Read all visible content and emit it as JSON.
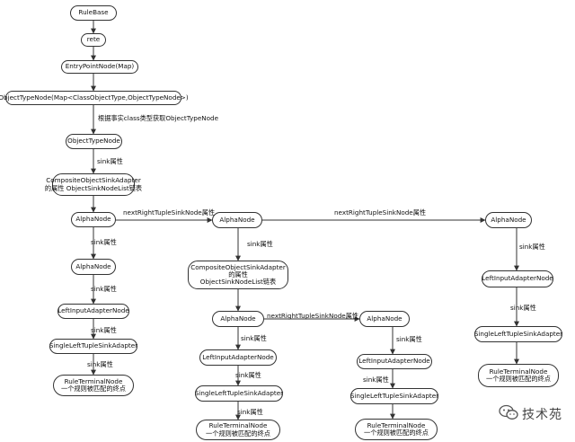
{
  "nodes": {
    "rulebase": "RuleBase",
    "rete": "rete",
    "entry_point": "EntryPointNode(Map)",
    "object_type_map": "ObjectTypeNode(Map<ClassObjectType,ObjectTypeNode>)",
    "object_type": "ObjectTypeNode",
    "composite_1_line1": "CompositeObjectSinkAdapter",
    "composite_1_line2": "的属性 ObjectSinkNodeList链表",
    "alpha_1": "AlphaNode",
    "alpha_1b": "AlphaNode",
    "lia_1": "LeftInputAdapterNode",
    "sltsa_1": "SingleLeftTupleSinkAdapter",
    "rtn_1_line1": "RuleTerminalNode",
    "rtn_1_line2": "一个规则被匹配的终点",
    "alpha_2": "AlphaNode",
    "composite_2_line1": "CompositeObjectSinkAdapter",
    "composite_2_line2": "的属性",
    "composite_2_line3": "ObjectSinkNodeList链表",
    "alpha_2a": "AlphaNode",
    "lia_2a": "LeftInputAdapterNode",
    "sltsa_2a": "SingleLeftTupleSinkAdapter",
    "rtn_2a_line1": "RuleTerminalNode",
    "rtn_2a_line2": "一个规则被匹配的终点",
    "alpha_2b": "AlphaNode",
    "lia_2b": "LeftInputAdapterNode",
    "sltsa_2b": "SingleLeftTupleSinkAdapter",
    "rtn_2b_line1": "RuleTerminalNode",
    "rtn_2b_line2": "一个规则被匹配的终点",
    "alpha_3": "AlphaNode",
    "lia_3": "LeftInputAdapterNode",
    "sltsa_3": "SingleLeftTupleSinkAdapter",
    "rtn_3_line1": "RuleTerminalNode",
    "rtn_3_line2": "一个规则被匹配的终点"
  },
  "edge_labels": {
    "get_object_type_node": "根据事实class类型获取ObjectTypeNode",
    "sink_attr": "sink属性",
    "next_right_tuple_sink": "nextRightTupleSinkNode属性"
  },
  "watermark": {
    "text": "技术苑",
    "icon": "wechat-icon"
  },
  "colors": {
    "line": "#333333",
    "node_border": "#333333",
    "background": "#ffffff"
  }
}
